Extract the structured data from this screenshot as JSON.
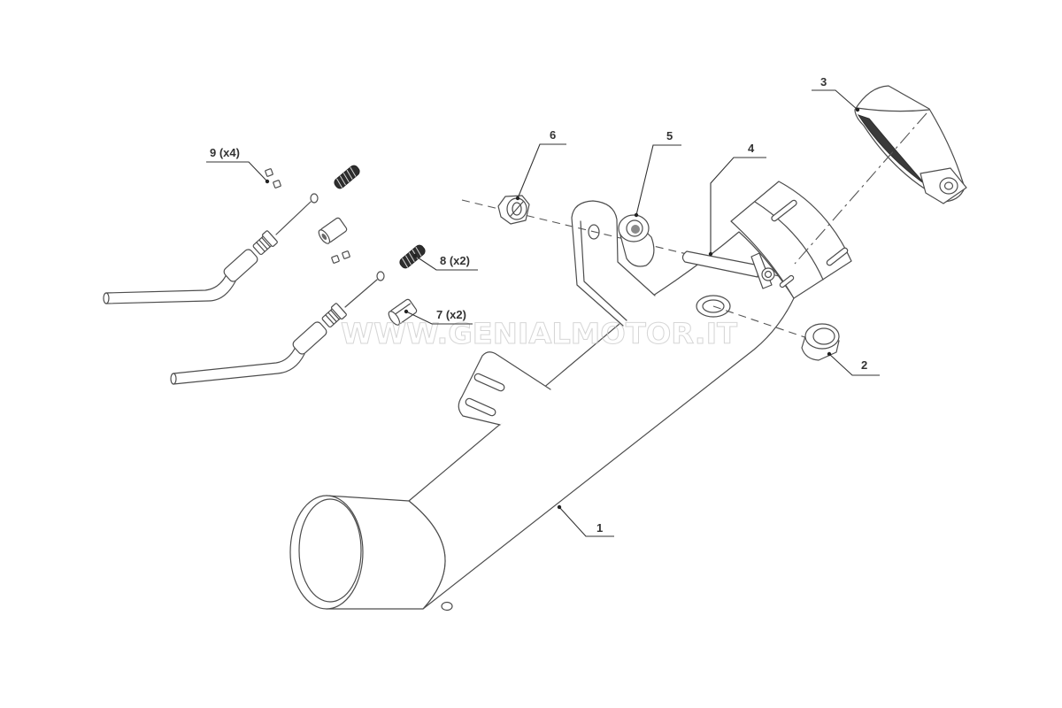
{
  "callouts": [
    {
      "label": "1"
    },
    {
      "label": "2"
    },
    {
      "label": "3"
    },
    {
      "label": "4"
    },
    {
      "label": "5"
    },
    {
      "label": "6"
    },
    {
      "label": "7 (x2)"
    },
    {
      "label": "8 (x2)"
    },
    {
      "label": "9 (x4)"
    }
  ],
  "watermark": "WWW.GENIALMOTOR.IT",
  "colors": {
    "line": "#4d4d4d",
    "spring": "#2e2e2e",
    "background": "#ffffff"
  }
}
